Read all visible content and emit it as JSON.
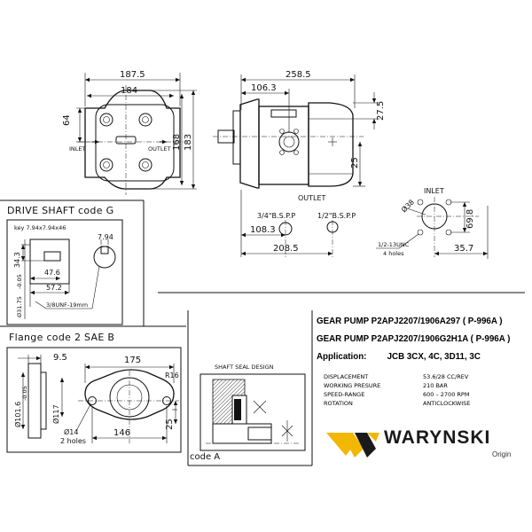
{
  "top_view": {
    "dim_overall_width": "187.5",
    "dim_flange_width": "184",
    "dim_port_spacing": "64",
    "dim_port_height": "168",
    "dim_overall_height": "183",
    "inlet_label": "INLET",
    "outlet_label": "OUTLET"
  },
  "side_view": {
    "dim_overall_length": "258.5",
    "dim_shaft_to_face": "106.3",
    "dim_port_offset": "27.5",
    "dim_port_to_base": "25",
    "outlet_title": "OUTLET",
    "outlet_port_left": "3/4\"B.S.P.P",
    "outlet_port_right": "1/2\"B.S.P.P",
    "dim_outlet_first": "108.3",
    "dim_outlet_second": "208.5",
    "inlet_title": "INLET",
    "inlet_dia": "Ø38",
    "inlet_bolt_span": "69.8",
    "inlet_thread": "1/2-13UNC",
    "inlet_holes": "4 holes",
    "inlet_offset": "35.7"
  },
  "drive_shaft": {
    "title": "DRIVE SHAFT code G",
    "key": "key 7.94x7.94x46",
    "dim_key_width": "7.94",
    "dim_step": "34.3",
    "dim_key_length": "47.6",
    "dim_shaft_length": "57.2",
    "dim_shaft_dia": "Ø31.75",
    "dim_tolerance": "-0.05",
    "thread": "3/8UNF-19mm"
  },
  "flange": {
    "title": "Flange code 2  SAE B",
    "dim_pilot_depth": "9.5",
    "dim_overall_width": "175",
    "dim_radius": "R16",
    "dim_pilot_dia": "Ø101.6",
    "dim_pilot_tol": "-0.05",
    "dim_bore": "Ø117",
    "dim_thickness": "25",
    "dim_holes": "Ø14",
    "holes_label": "2 holes",
    "dim_hole_spacing": "146"
  },
  "seal": {
    "title": "SHAFT SEAL DESIGN",
    "code": "code A"
  },
  "title_block": {
    "line1": "GEAR PUMP  P2APJ2207/1906A297   ( P-996A )",
    "line2": "GEAR PUMP  P2APJ2207/1906G2H1A   ( P-996A )",
    "application_label": "Application:",
    "application_value": "JCB 3CX, 4C, 3D11, 3C",
    "specs": [
      {
        "label": "DISPLACEMENT",
        "value": "53.6/28 CC/REV"
      },
      {
        "label": "WORKING PRESURE",
        "value": "210 BAR"
      },
      {
        "label": "SPEED-RANGE",
        "value": "600 – 2700  RPM"
      },
      {
        "label": "ROTATION",
        "value": "ANTICLOCKWISE"
      }
    ]
  },
  "brand": {
    "name": "WARYNSKI",
    "tagline": "Origin",
    "logo_colors": [
      "#f2b705",
      "#1a1a1a"
    ]
  }
}
